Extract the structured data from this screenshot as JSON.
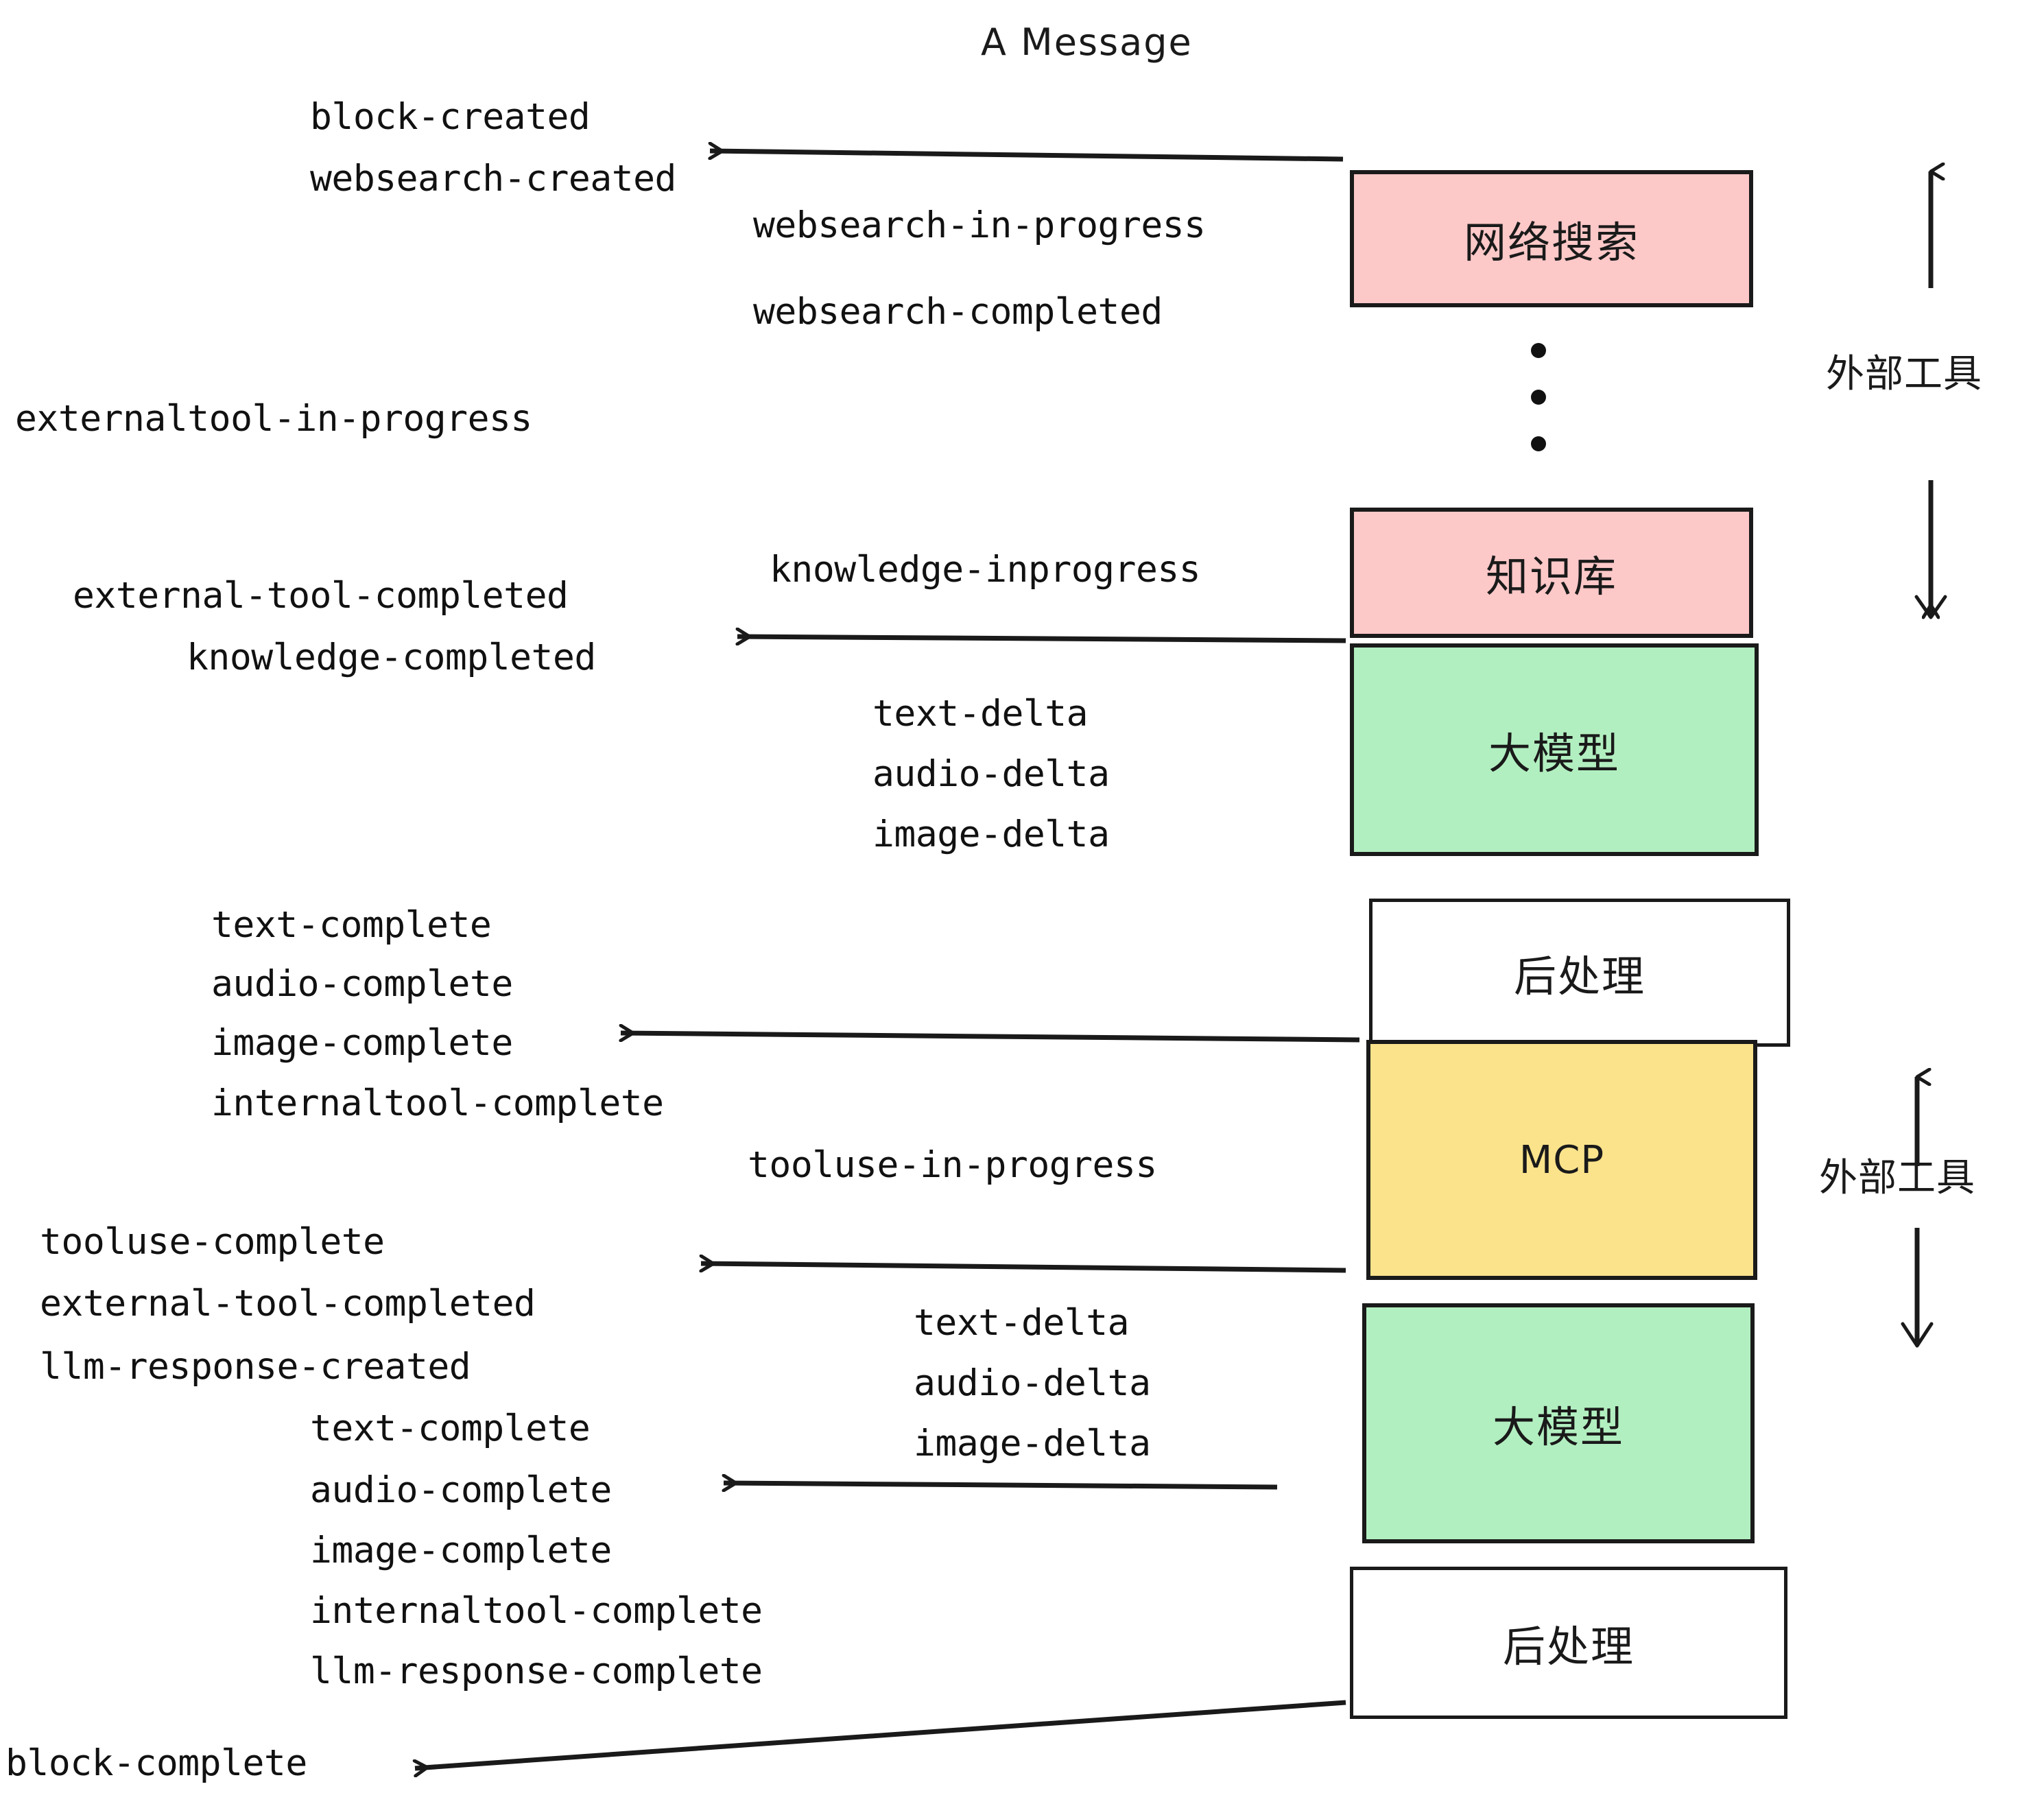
{
  "title": "A Message",
  "colors": {
    "pink": "#fdc8c8",
    "green": "#b2efc0",
    "yellow": "#fbe38c",
    "white": "#ffffff",
    "stroke": "#1a1a1a",
    "text": "#111111"
  },
  "boxes": [
    {
      "id": "websearch",
      "label": "网络搜索",
      "fill": "#fdc8c8"
    },
    {
      "id": "knowledge",
      "label": "知识库",
      "fill": "#fdc8c8"
    },
    {
      "id": "llm-top",
      "label": "大模型",
      "fill": "#b2efc0"
    },
    {
      "id": "post-top",
      "label": "后处理",
      "fill": "#ffffff"
    },
    {
      "id": "mcp",
      "label": "MCP",
      "fill": "#fbe38c"
    },
    {
      "id": "llm-bottom",
      "label": "大模型",
      "fill": "#b2efc0"
    },
    {
      "id": "post-bottom",
      "label": "后处理",
      "fill": "#ffffff"
    }
  ],
  "side_labels": {
    "external_tool_top": "外部工具",
    "external_tool_bottom": "外部工具"
  },
  "events": [
    {
      "id": "block-created",
      "text": "block-created"
    },
    {
      "id": "websearch-created",
      "text": "websearch-created"
    },
    {
      "id": "websearch-in-progress",
      "text": "websearch-in-progress"
    },
    {
      "id": "websearch-completed",
      "text": "websearch-completed"
    },
    {
      "id": "externaltool-in-progress",
      "text": "externaltool-in-progress"
    },
    {
      "id": "knowledge-inprogress",
      "text": "knowledge-inprogress"
    },
    {
      "id": "external-tool-completed-1",
      "text": "external-tool-completed"
    },
    {
      "id": "knowledge-completed",
      "text": "knowledge-completed"
    },
    {
      "id": "text-delta-1",
      "text": "text-delta"
    },
    {
      "id": "audio-delta-1",
      "text": "audio-delta"
    },
    {
      "id": "image-delta-1",
      "text": "image-delta"
    },
    {
      "id": "text-complete-1",
      "text": "text-complete"
    },
    {
      "id": "audio-complete-1",
      "text": "audio-complete"
    },
    {
      "id": "image-complete-1",
      "text": "image-complete"
    },
    {
      "id": "internaltool-complete-1",
      "text": "internaltool-complete"
    },
    {
      "id": "tooluse-in-progress",
      "text": "tooluse-in-progress"
    },
    {
      "id": "tooluse-complete",
      "text": "tooluse-complete"
    },
    {
      "id": "external-tool-completed-2",
      "text": "external-tool-completed"
    },
    {
      "id": "llm-response-created",
      "text": "llm-response-created"
    },
    {
      "id": "text-delta-2",
      "text": "text-delta"
    },
    {
      "id": "audio-delta-2",
      "text": "audio-delta"
    },
    {
      "id": "image-delta-2",
      "text": "image-delta"
    },
    {
      "id": "text-complete-2",
      "text": "text-complete"
    },
    {
      "id": "audio-complete-2",
      "text": "audio-complete"
    },
    {
      "id": "image-complete-2",
      "text": "image-complete"
    },
    {
      "id": "internaltool-complete-2",
      "text": "internaltool-complete"
    },
    {
      "id": "llm-response-complete",
      "text": "llm-response-complete"
    },
    {
      "id": "block-complete",
      "text": "block-complete"
    }
  ]
}
